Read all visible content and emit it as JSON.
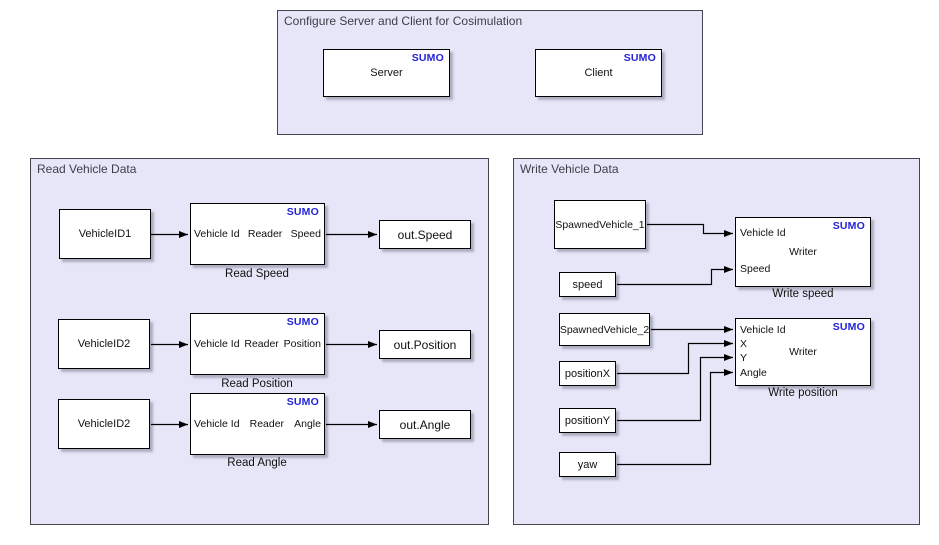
{
  "badge_label": "SUMO",
  "areas": {
    "config": {
      "title": "Configure Server and Client for Cosimulation"
    },
    "read": {
      "title": "Read Vehicle Data"
    },
    "write": {
      "title": "Write Vehicle Data"
    }
  },
  "blocks": {
    "server": {
      "label": "Server"
    },
    "client": {
      "label": "Client"
    },
    "vehicle_id_1": {
      "label": "VehicleID1"
    },
    "vehicle_id_2_pos": {
      "label": "VehicleID2"
    },
    "vehicle_id_2_ang": {
      "label": "VehicleID2"
    },
    "read_speed": {
      "caption": "Read Speed",
      "center": "Reader",
      "port_in": "Vehicle Id",
      "port_out": "Speed"
    },
    "read_position": {
      "caption": "Read Position",
      "center": "Reader",
      "port_in": "Vehicle Id",
      "port_out": "Position"
    },
    "read_angle": {
      "caption": "Read Angle",
      "center": "Reader",
      "port_in": "Vehicle Id",
      "port_out": "Angle"
    },
    "out_speed": {
      "label": "out.Speed"
    },
    "out_position": {
      "label": "out.Position"
    },
    "out_angle": {
      "label": "out.Angle"
    },
    "spawned_vehicle_1": {
      "label": "SpawnedVehicle_1"
    },
    "spawned_vehicle_2": {
      "label": "SpawnedVehicle_2"
    },
    "speed": {
      "label": "speed"
    },
    "position_x": {
      "label": "positionX"
    },
    "position_y": {
      "label": "positionY"
    },
    "yaw": {
      "label": "yaw"
    },
    "write_speed": {
      "caption": "Write speed",
      "center": "Writer",
      "ports": [
        "Vehicle Id",
        "Speed"
      ]
    },
    "write_position": {
      "caption": "Write position",
      "center": "Writer",
      "ports": [
        "Vehicle Id",
        "X",
        "Y",
        "Angle"
      ]
    }
  },
  "connections": [
    {
      "from": "VehicleID1",
      "to": "Read Speed:Vehicle Id"
    },
    {
      "from": "Read Speed:Speed",
      "to": "out.Speed"
    },
    {
      "from": "VehicleID2",
      "to": "Read Position:Vehicle Id"
    },
    {
      "from": "Read Position:Position",
      "to": "out.Position"
    },
    {
      "from": "VehicleID2",
      "to": "Read Angle:Vehicle Id"
    },
    {
      "from": "Read Angle:Angle",
      "to": "out.Angle"
    },
    {
      "from": "SpawnedVehicle_1",
      "to": "Write speed:Vehicle Id"
    },
    {
      "from": "speed",
      "to": "Write speed:Speed"
    },
    {
      "from": "SpawnedVehicle_2",
      "to": "Write position:Vehicle Id"
    },
    {
      "from": "positionX",
      "to": "Write position:X"
    },
    {
      "from": "positionY",
      "to": "Write position:Y"
    },
    {
      "from": "yaw",
      "to": "Write position:Angle"
    }
  ],
  "colors": {
    "area_fill": "#E6E6F8",
    "area_border": "#45454F",
    "badge_blue": "#2424D6",
    "wire": "#000000"
  }
}
